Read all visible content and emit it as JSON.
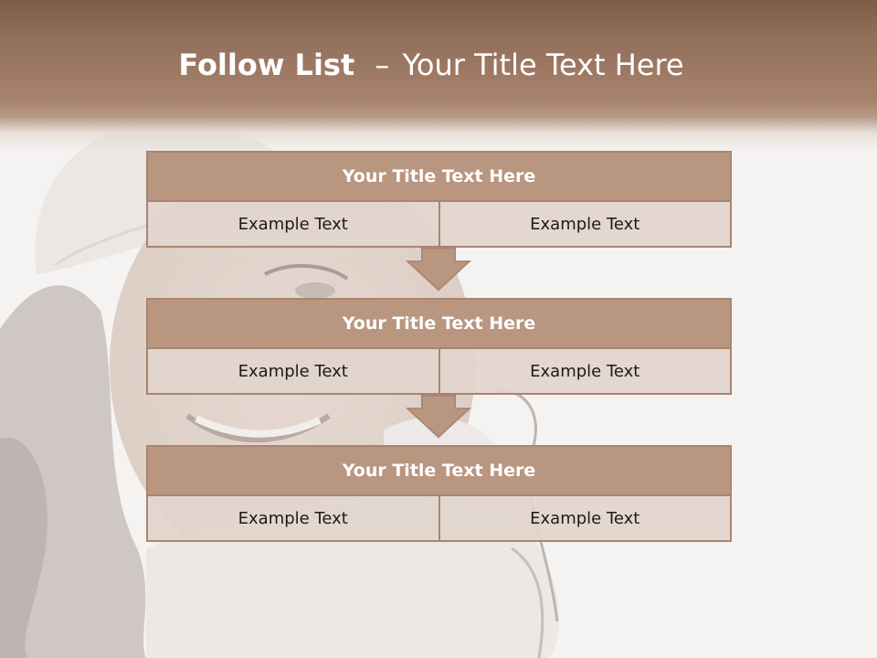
{
  "slide": {
    "title_bold": "Follow List",
    "title_dash": "–",
    "title_rest": "Your Title Text Here"
  },
  "blocks": [
    {
      "title": "Your Title Text Here",
      "left": "Example Text",
      "right": "Example Text"
    },
    {
      "title": "Your Title Text Here",
      "left": "Example Text",
      "right": "Example Text"
    },
    {
      "title": "Your Title Text Here",
      "left": "Example Text",
      "right": "Example Text"
    }
  ],
  "colors": {
    "header": "#93705c",
    "block_title": "#b99680",
    "block_border": "#a88570",
    "cell": "#e1d5cd",
    "arrow": "#b99680"
  }
}
